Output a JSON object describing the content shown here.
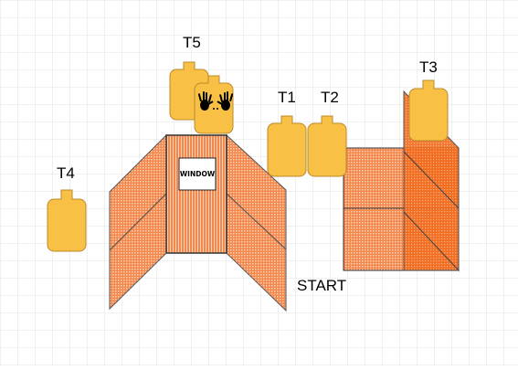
{
  "colors": {
    "panel_fill": "#F4874B",
    "panel_fill_dark": "#F26A1B",
    "target_fill": "#F8C044",
    "grid_line": "#E2E2E2"
  },
  "icons": {
    "hands": "hands-icon"
  },
  "targets": {
    "t1": "T1",
    "t2": "T2",
    "t3": "T3",
    "t4": "T4",
    "t5": "T5"
  },
  "window_label": "WINDOW",
  "start_label": "START"
}
